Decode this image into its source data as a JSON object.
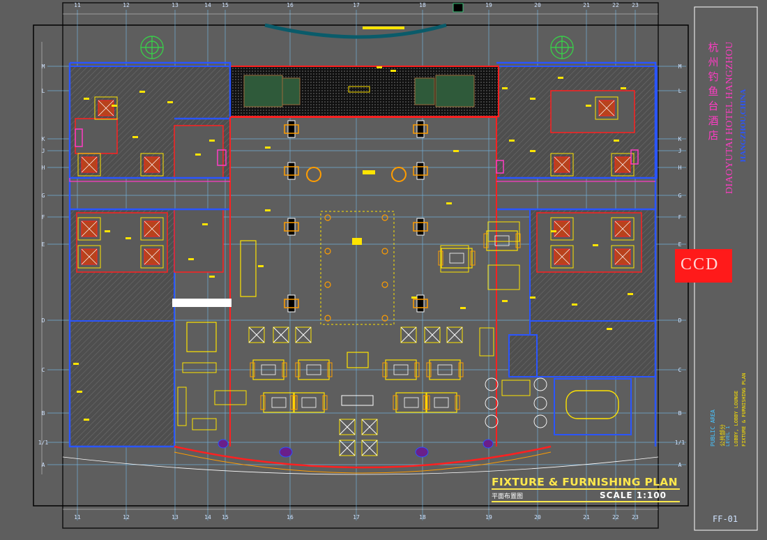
{
  "drawing": {
    "title": "FIXTURE & FURNISHING PLAN",
    "subtitle_cn": "平面布置图",
    "scale": "SCALE 1:100",
    "sheet_number": "FF-01"
  },
  "grid": {
    "columns": [
      "11",
      "12",
      "13",
      "14",
      "15",
      "16",
      "17",
      "18",
      "19",
      "20",
      "21",
      "22",
      "23"
    ],
    "rows": [
      "M",
      "L",
      "K",
      "J",
      "H",
      "G",
      "F",
      "E",
      "D",
      "C",
      "B",
      "1/1",
      "A"
    ]
  },
  "title_block": {
    "hotel_name_cn": "杭州钓鱼台酒店",
    "hotel_name_en": "DIAOYUTAI HOTEL HANGZHOU",
    "city": "HANGZHOU,CHINA",
    "logo": "CCD",
    "area_label": "PUBLIC AREA",
    "area_label_cn": "公共部分",
    "level_label": "LEVEL 1",
    "lobby_label": "LOBBY, LOBBY LOUNGE",
    "drawing_label": "FIXTURE & FURNISHING PLAN"
  },
  "colors": {
    "background": "#5e5e5e",
    "wall_blue": "#2a55ff",
    "wall_red": "#ff2020",
    "furniture_yellow": "#ffe400",
    "grid_cyan": "#79c7ff",
    "accent_magenta": "#ff3cc4",
    "hatch": "#4a4a4a"
  },
  "icons": {
    "north_marker": "square-marker-icon",
    "tree": "tree-icon",
    "column": "structural-column-icon"
  }
}
